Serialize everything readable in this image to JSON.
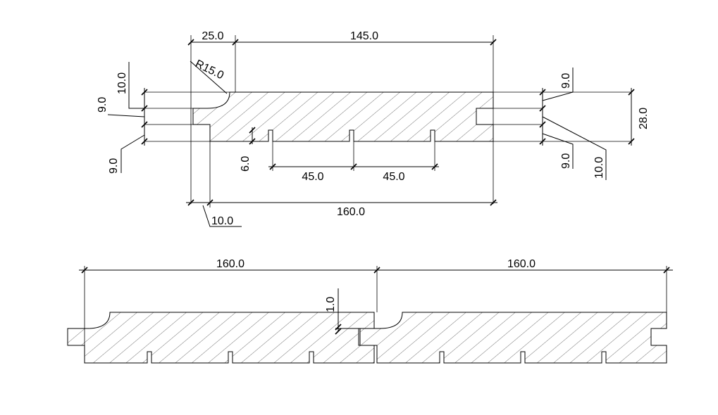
{
  "colors": {
    "ink": "#000000",
    "background": "#ffffff"
  },
  "top_view": {
    "dims": {
      "top_left": "25.0",
      "top_span": "145.0",
      "radius": "R15.0",
      "left_top_10": "10.0",
      "left_9_upper": "9.0",
      "left_9_lower": "9.0",
      "groove_depth": "6.0",
      "groove_spacing_1": "45.0",
      "groove_spacing_2": "45.0",
      "right_9_upper": "9.0",
      "right_9_lower": "9.0",
      "right_10": "10.0",
      "thickness": "28.0",
      "bottom_width": "160.0",
      "tongue_10": "10.0"
    }
  },
  "bottom_view": {
    "dims": {
      "width_left": "160.0",
      "width_right": "160.0",
      "gap": "1.0"
    }
  }
}
